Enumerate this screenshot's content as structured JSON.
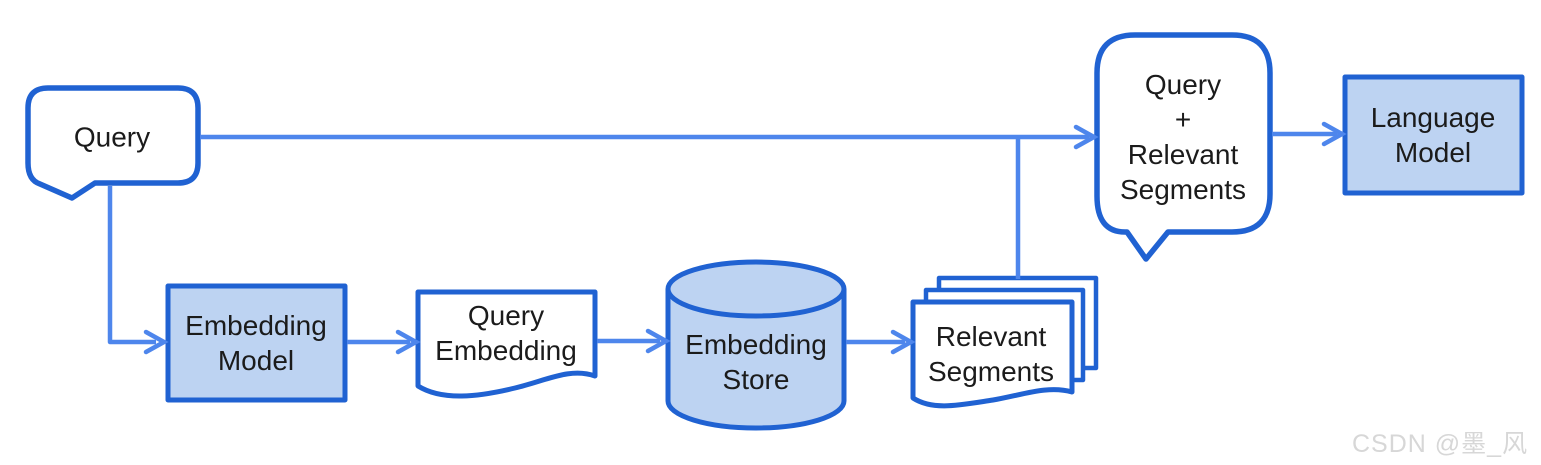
{
  "colors": {
    "shape_border": "#2062d2",
    "connector": "#4e86ec",
    "shape_fill_blue": "#bdd3f2",
    "shape_fill_white": "#ffffff",
    "text": "#1b1b1b",
    "watermark": "#d7d7d7"
  },
  "nodes": {
    "query": {
      "label": "Query",
      "shape": "speech-bubble"
    },
    "embedding_model": {
      "label": "Embedding\nModel",
      "shape": "rectangle"
    },
    "query_embedding": {
      "label": "Query\nEmbedding",
      "shape": "document"
    },
    "embedding_store": {
      "label": "Embedding\nStore",
      "shape": "cylinder"
    },
    "relevant_segments": {
      "label": "Relevant\nSegments",
      "shape": "document-stack"
    },
    "query_plus_segments": {
      "label": "Query\n+\nRelevant\nSegments",
      "shape": "speech-bubble"
    },
    "language_model": {
      "label": "Language\nModel",
      "shape": "rectangle"
    }
  },
  "edges": [
    {
      "from": "query",
      "to": "query_plus_segments"
    },
    {
      "from": "query",
      "to": "embedding_model"
    },
    {
      "from": "embedding_model",
      "to": "query_embedding"
    },
    {
      "from": "query_embedding",
      "to": "embedding_store"
    },
    {
      "from": "embedding_store",
      "to": "relevant_segments"
    },
    {
      "from": "relevant_segments",
      "to": "query_plus_segments"
    },
    {
      "from": "query_plus_segments",
      "to": "language_model"
    }
  ],
  "watermark": {
    "text": "CSDN @墨_风"
  }
}
